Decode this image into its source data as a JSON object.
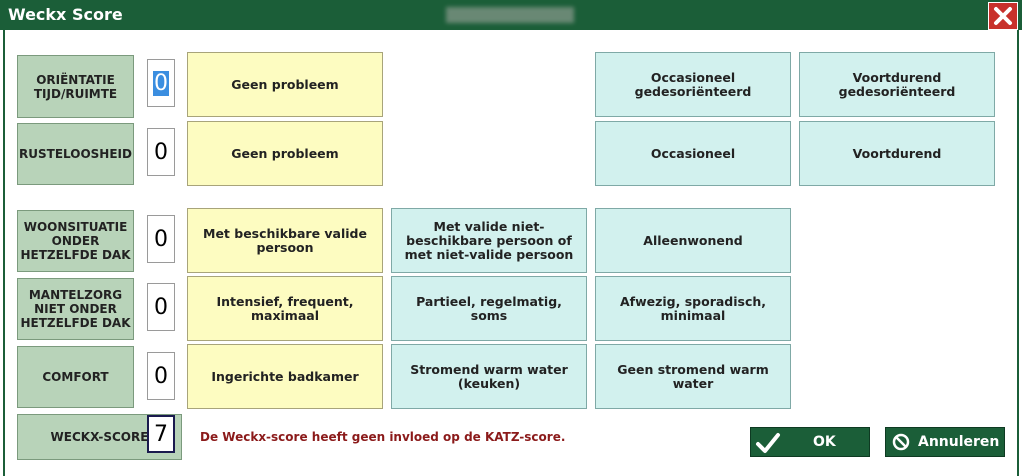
{
  "window": {
    "title": "Weckx Score"
  },
  "rows": [
    {
      "label": "ORIËNTATIE TIJD/RUIMTE",
      "score": "0",
      "options": [
        "Geen probleem",
        "",
        "Occasioneel gedesoriënteerd",
        "Voortdurend gedesoriënteerd"
      ]
    },
    {
      "label": "RUSTELOOSHEID",
      "score": "0",
      "options": [
        "Geen probleem",
        "",
        "Occasioneel",
        "Voortdurend"
      ]
    },
    {
      "label": "WOONSITUATIE ONDER HETZELFDE DAK",
      "score": "0",
      "options": [
        "Met beschikbare valide persoon",
        "Met valide niet-beschikbare persoon of met niet-valide persoon",
        "Alleenwonend"
      ]
    },
    {
      "label": "MANTELZORG NIET ONDER HETZELFDE DAK",
      "score": "0",
      "options": [
        "Intensief, frequent, maximaal",
        "Partieel, regelmatig, soms",
        "Afwezig, sporadisch, minimaal"
      ]
    },
    {
      "label": "COMFORT",
      "score": "0",
      "options": [
        "Ingerichte badkamer",
        "Stromend warm water (keuken)",
        "Geen stromend warm water"
      ]
    }
  ],
  "total": {
    "label": "WECKX-SCORE",
    "value": "7"
  },
  "note": "De Weckx-score heeft geen invloed op de KATZ-score.",
  "buttons": {
    "ok": "OK",
    "cancel": "Annuleren"
  },
  "icons": {
    "close": "close-icon",
    "ok": "checkmark-icon",
    "cancel": "prohibit-icon"
  },
  "colors": {
    "titlebar": "#1b5e38",
    "label_bg": "#b8d3b9",
    "option_yellow": "#fdfcc1",
    "option_cyan": "#d2f1ee",
    "note_text": "#8b1a1a",
    "close_bg": "#c8312b"
  }
}
